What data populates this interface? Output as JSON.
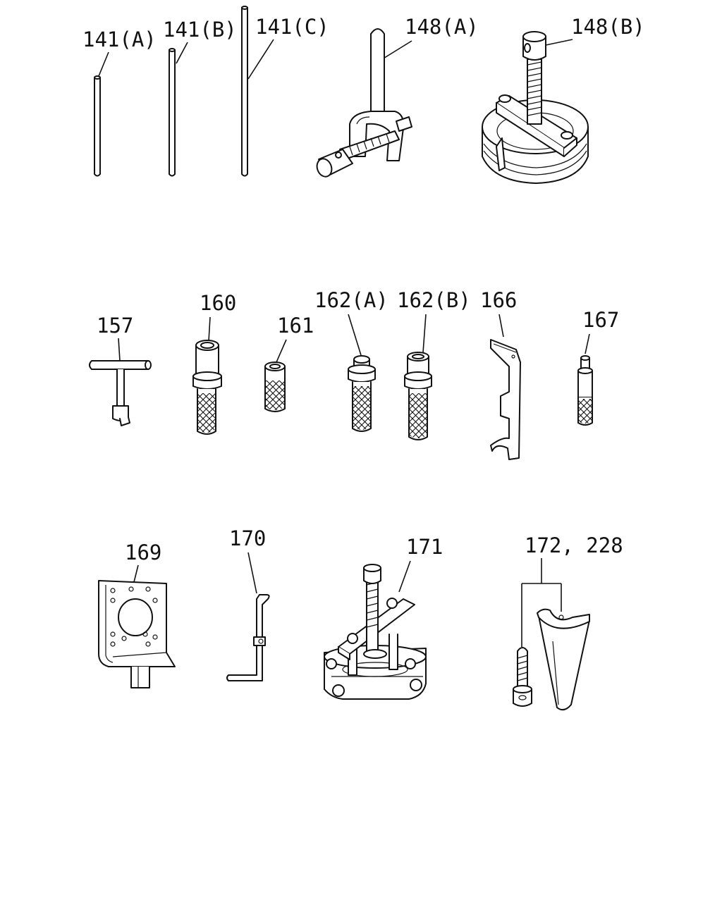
{
  "diagram": {
    "parts": [
      {
        "id": "141a",
        "label": "141(A)"
      },
      {
        "id": "141b",
        "label": "141(B)"
      },
      {
        "id": "141c",
        "label": "141(C)"
      },
      {
        "id": "148a",
        "label": "148(A)"
      },
      {
        "id": "148b",
        "label": "148(B)"
      },
      {
        "id": "157",
        "label": "157"
      },
      {
        "id": "160",
        "label": "160"
      },
      {
        "id": "161",
        "label": "161"
      },
      {
        "id": "162a",
        "label": "162(A)"
      },
      {
        "id": "162b",
        "label": "162(B)"
      },
      {
        "id": "166",
        "label": "166"
      },
      {
        "id": "167",
        "label": "167"
      },
      {
        "id": "169",
        "label": "169"
      },
      {
        "id": "170",
        "label": "170"
      },
      {
        "id": "171",
        "label": "171"
      },
      {
        "id": "172_228",
        "label": "172, 228"
      }
    ]
  }
}
